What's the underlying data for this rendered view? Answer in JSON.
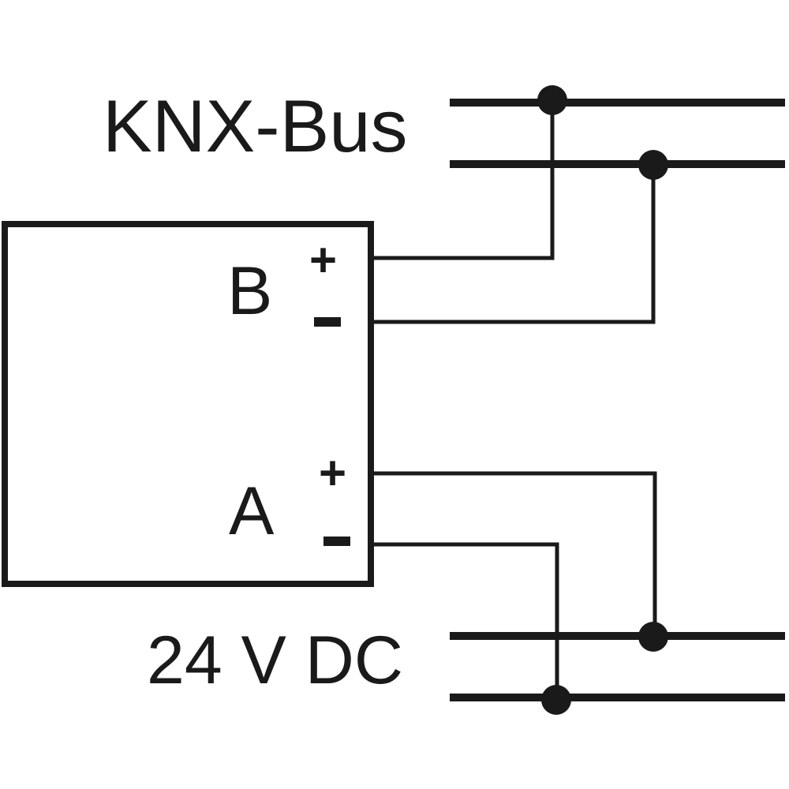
{
  "labels": {
    "knx_bus": "KNX-Bus",
    "dc_supply": "24 V DC"
  },
  "terminals": {
    "b": {
      "name": "B",
      "plus": "+",
      "minus": "–"
    },
    "a": {
      "name": "A",
      "plus": "+",
      "minus": "–"
    }
  },
  "colors": {
    "line": "#1a1a1a",
    "background": "#ffffff"
  }
}
